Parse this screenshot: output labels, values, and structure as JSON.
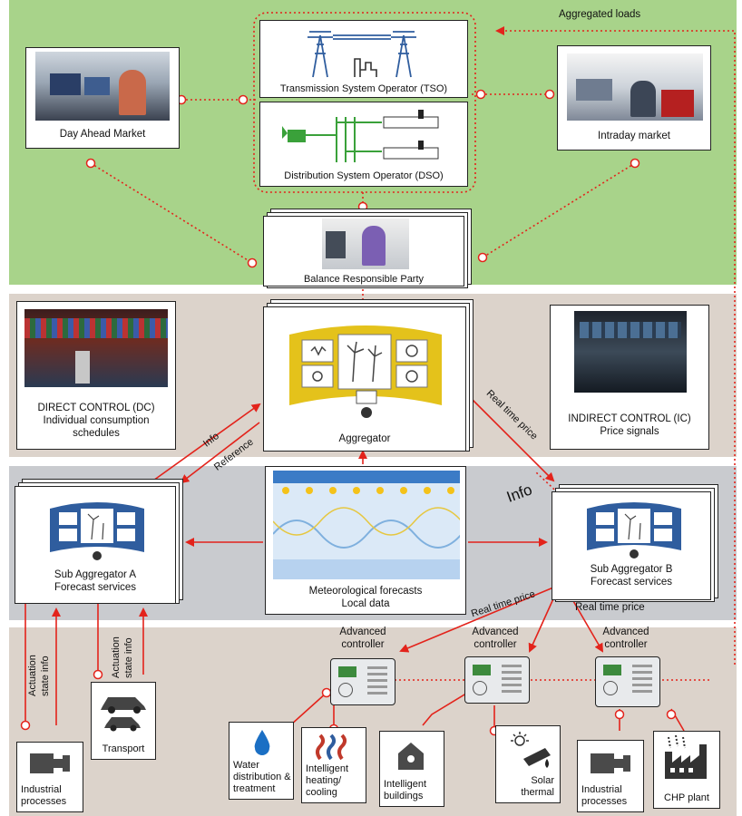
{
  "colors": {
    "green_band": "#a8d38a",
    "taupe_band": "#dcd3cb",
    "grey_band": "#c9cbcf",
    "link_red": "#e3231b",
    "aggregator_yellow": "#e4c21b",
    "sub_blue": "#2f5d9e"
  },
  "labels": {
    "aggregated_loads": "Aggregated loads",
    "tso": "Transmission System Operator (TSO)",
    "dso": "Distribution System Operator (DSO)",
    "day_ahead": "Day Ahead Market",
    "intraday": "Intraday market",
    "brp": "Balance Responsible Party",
    "aggregator": "Aggregator",
    "dc_line1": "DIRECT CONTROL (DC)",
    "dc_line2": "Individual consumption",
    "dc_line3": "schedules",
    "ic_line1": "INDIRECT CONTROL (IC)",
    "ic_line2": "Price signals",
    "info": "Info",
    "reference": "Reference",
    "real_time_price": "Real time price",
    "info_big": "Info",
    "sub_a_line1": "Sub Aggregator A",
    "sub_a_line2": "Forecast services",
    "sub_b_line1": "Sub Aggregator B",
    "sub_b_line2": "Forecast services",
    "meteo_line1": "Meteorological forecasts",
    "meteo_line2": "Local data",
    "actuation_a": "Actuation",
    "state_info_a": "state info",
    "actuation_b": "Actuation",
    "state_info_b": "state info",
    "controller_1": "Advanced controller",
    "controller_2": "Advanced controller",
    "controller_3": "Advanced controller",
    "industrial_1": "Industrial processes",
    "transport": "Transport",
    "water": "Water distribution & treatment",
    "heating": "Intelligent heating/ cooling",
    "buildings": "Intelligent buildings",
    "solar": "Solar thermal",
    "industrial_2": "Industrial processes",
    "chp": "CHP plant"
  },
  "icons": [
    "pylon-icon",
    "substation-icon",
    "wind-turbine-icon",
    "operator-desk-icon",
    "water-drop-icon",
    "radiator-icon",
    "house-icon",
    "solar-panel-icon",
    "factory-icon",
    "car-icon",
    "industrial-machine-icon"
  ]
}
